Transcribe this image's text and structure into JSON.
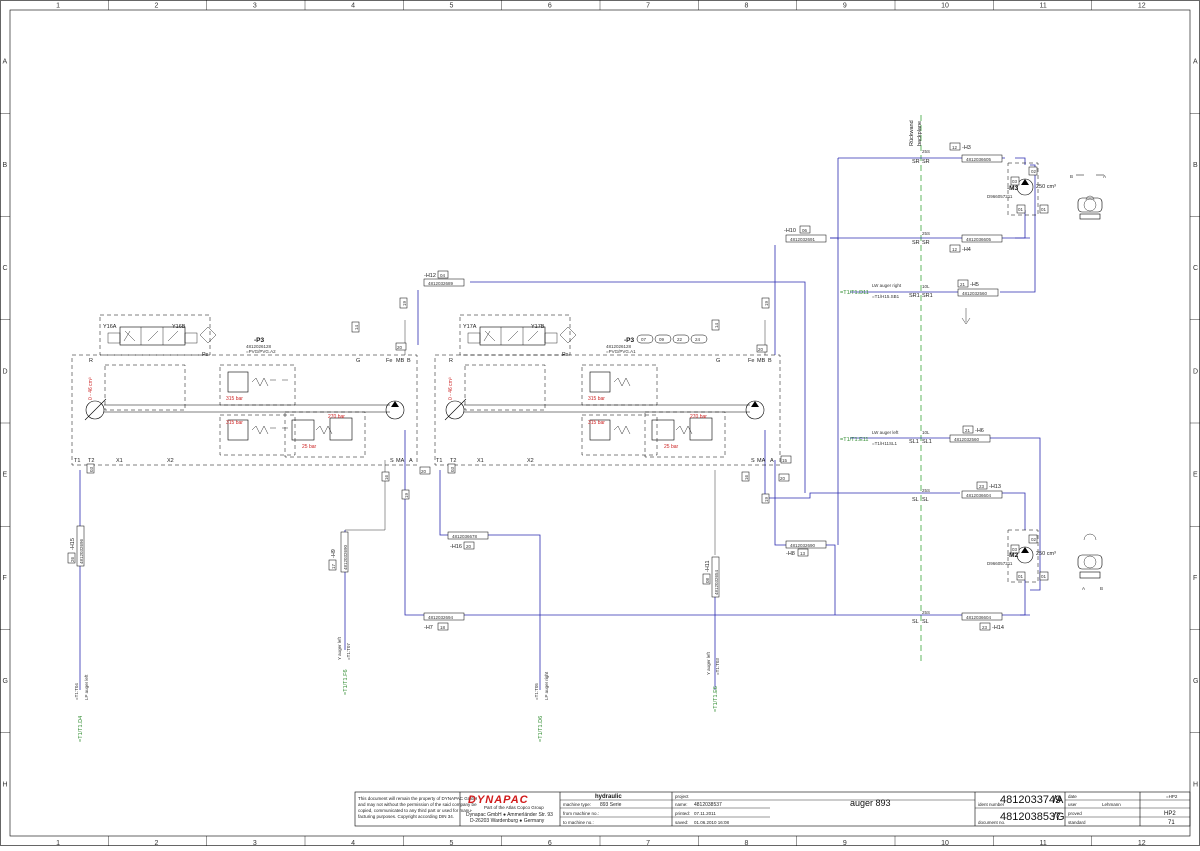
{
  "frame": {
    "columns": [
      "1",
      "2",
      "3",
      "4",
      "5",
      "6",
      "7",
      "8",
      "9",
      "10",
      "11",
      "12"
    ],
    "rows": [
      "A",
      "B",
      "C",
      "D",
      "E",
      "F",
      "G",
      "H"
    ]
  },
  "valves": [
    {
      "id": "p3-left",
      "name": "-P3",
      "part": "4812026128",
      "sub": "=PVG/PVG.A2",
      "solenoid_a": "Y16A",
      "solenoid_b": "Y16B"
    },
    {
      "id": "p3-right",
      "name": "-P3",
      "part": "4812026128",
      "sub": "=PVG/PVG.A1",
      "solenoid_a": "Y17A",
      "solenoid_b": "Y17B",
      "refs": [
        "07",
        "09",
        "22",
        "24"
      ]
    }
  ],
  "valve_labels": {
    "ps": "Ps",
    "r": "R",
    "g": "G",
    "fe": "Fe",
    "mb": "MB",
    "b": "B",
    "t1": "T1",
    "t2": "T2",
    "x1": "X1",
    "x2": "X2",
    "s": "S",
    "ma": "MA",
    "a": "A",
    "disp": "0 - 46 cm³",
    "p315": "315 bar",
    "p270": "270 bar",
    "p25": "25 bar"
  },
  "port_numbers": {
    "n14": "14",
    "n19": "19",
    "n20": "20",
    "n15": "15",
    "n16": "16",
    "n03": "03",
    "n01": "01",
    "n02": "02"
  },
  "hoses": {
    "h12": {
      "name": "-H12",
      "ref": "04",
      "part": "4812032689"
    },
    "h10": {
      "name": "-H10",
      "ref": "06",
      "part": "4812032691"
    },
    "h3": {
      "name": "-H3",
      "ref": "12",
      "part": "4812036605"
    },
    "h4": {
      "name": "-H4",
      "ref": "12",
      "part": "4812036605"
    },
    "h5": {
      "name": "-H5",
      "ref": "21",
      "part": "4812032560"
    },
    "h6": {
      "name": "-H6",
      "ref": "21",
      "part": "4812032560"
    },
    "h13": {
      "name": "-H13",
      "ref": "23",
      "part": "4812036604"
    },
    "h14": {
      "name": "-H14",
      "ref": "23",
      "part": "4812036604"
    },
    "h8": {
      "name": "-H8",
      "ref": "13",
      "part": "4812032690"
    },
    "h7": {
      "name": "-H7",
      "ref": "18",
      "part": "4812032694"
    },
    "h16": {
      "name": "-H16",
      "ref": "20",
      "part": "4812036678"
    },
    "h15": {
      "name": "-H15",
      "ref": "26",
      "part": "4812032696"
    },
    "h9": {
      "name": "-H9",
      "ref": "17",
      "part": "4812032690"
    },
    "h11": {
      "name": "-H11",
      "ref": "08",
      "part": "4812032654"
    }
  },
  "motors": [
    {
      "name": "-M3",
      "ref": "03",
      "part": "D966057211",
      "disp": "250 cm³"
    },
    {
      "name": "-M2",
      "ref": "03",
      "part": "D966057211",
      "disp": "250 cm³"
    }
  ],
  "rueckwand": {
    "de": "Rückwand",
    "en": "backplane"
  },
  "connectors": {
    "sr": "SR",
    "sr1": "SR1",
    "sl": "SL",
    "sl1": "SL1",
    "k25s": "25S",
    "k10l": "10L"
  },
  "crossrefs": {
    "d11": "=T1/T1.D11",
    "e11": "=T1/T1.E11",
    "d4": "=T1/T1.D4",
    "f6": "=T1/T1.F6",
    "d6": "=T1/T1.D6",
    "e6": "=T1/T1.E6",
    "lw_right": "LW auger right",
    "lw_right_sub": "=T1/H15.SB1",
    "lw_left": "LW auger left",
    "lw_left_sub": "=T1/H11SL1",
    "v_d4": "LP auger left",
    "v_d4_sub": "=T1:T04",
    "v_f6": "Y auger left",
    "v_f6_sub": "=T1:T07",
    "v_d6": "LP auger right",
    "v_d6_sub": "=T1:T05",
    "v_e6": "Y auger left",
    "v_e6_sub": "=T1:T03"
  },
  "symbols": {
    "a": "A",
    "b": "B"
  },
  "titleblock": {
    "disclaimer": [
      "This document will remain the property of DYNAPAC GmbH",
      "and may not without the permission of the said company be",
      "copied, communicated to any third part or used for manu-",
      "facturing purposes. Copyright according DIN 34."
    ],
    "brand": "DYNAPAC",
    "brand_sub": "Part of the Atlas Copco Group",
    "address": [
      "Dynapac GmbH ● Ammerländer Str. 93",
      "D-26203 Wardenburg ● Germany"
    ],
    "hydraulic": "hydraulic",
    "machine_type_label": "machine type:",
    "machine_type": "893 Serie",
    "from_machine_label": "from machine no.:",
    "to_machine_label": "to machine no.:",
    "project_label": "project",
    "name_label": "name:",
    "name": "4812038537",
    "printed_label": "printed:",
    "printed": "07.11.2011",
    "saved_label": "saved:",
    "saved": "01.06.2010 16:08",
    "title": "auger 893",
    "ident_label": "ident number",
    "ident": "4812033749",
    "ident_rev": "/A",
    "doc_label": "document no.",
    "doc": "4812038537",
    "doc_rev": "/G",
    "date_label": "date",
    "user_label": "user",
    "user": "Lehmann",
    "proved_label": "proved",
    "standard_label": "standard",
    "sheet_tag": "=HP2",
    "sheet_id": "HP2",
    "sheet_no": "71"
  }
}
